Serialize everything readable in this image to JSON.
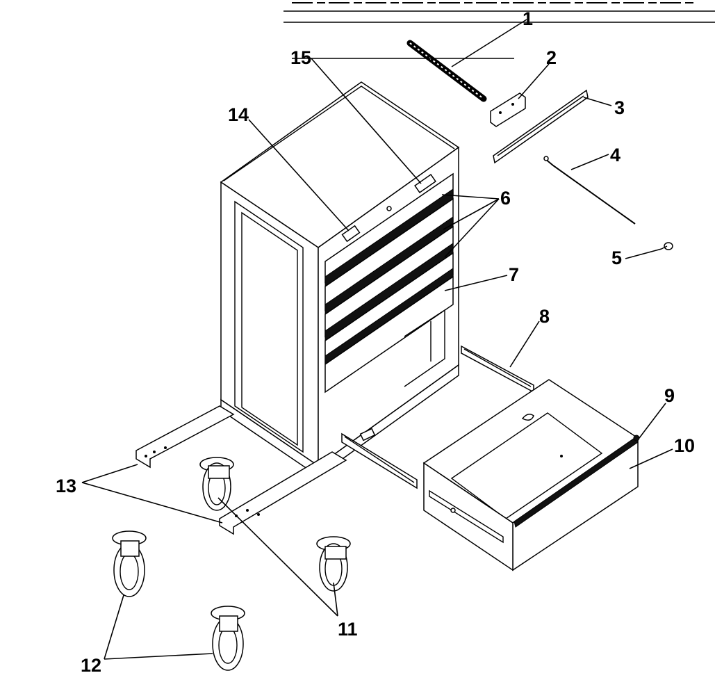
{
  "diagram": {
    "parts": [
      {
        "id": "p1",
        "label": "1"
      },
      {
        "id": "p2",
        "label": "2"
      },
      {
        "id": "p3",
        "label": "3"
      },
      {
        "id": "p4",
        "label": "4"
      },
      {
        "id": "p5",
        "label": "5"
      },
      {
        "id": "p6",
        "label": "6"
      },
      {
        "id": "p7",
        "label": "7"
      },
      {
        "id": "p8",
        "label": "8"
      },
      {
        "id": "p9",
        "label": "9"
      },
      {
        "id": "p10",
        "label": "10"
      },
      {
        "id": "p11",
        "label": "11"
      },
      {
        "id": "p12",
        "label": "12"
      },
      {
        "id": "p13",
        "label": "13"
      },
      {
        "id": "p14",
        "label": "14"
      },
      {
        "id": "p15",
        "label": "15"
      }
    ],
    "colors": {
      "line": "#000000",
      "background": "#ffffff"
    }
  }
}
